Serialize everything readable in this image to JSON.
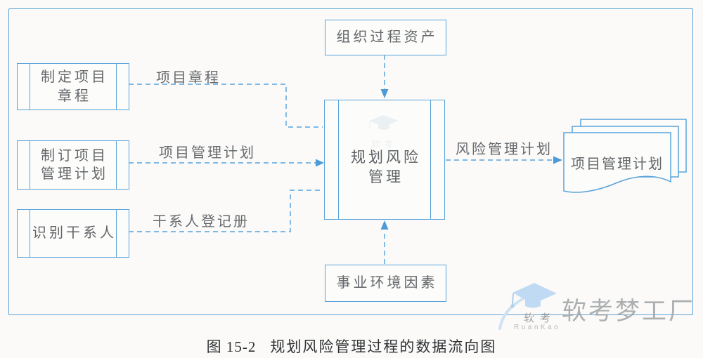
{
  "diagram": {
    "top_box": {
      "label": "组织过程资产"
    },
    "left_boxes": [
      {
        "line1": "制定项目",
        "line2": "章程"
      },
      {
        "line1": "制订项目",
        "line2": "管理计划"
      },
      {
        "line1": "识别干系人",
        "line2": ""
      }
    ],
    "center_box": {
      "line1": "规划风险",
      "line2": "管理"
    },
    "bottom_box": {
      "label": "事业环境因素"
    },
    "output_document": {
      "label": "项目管理计划"
    },
    "flows": {
      "charter": "项目章程",
      "pm_plan": "项目管理计划",
      "stakeholder_register": "干系人登记册",
      "risk_plan": "风险管理计划"
    },
    "caption": {
      "number": "图 15-2",
      "text": "规划风险管理过程的数据流向图"
    }
  },
  "watermark": {
    "brand_cn_small": "软考",
    "brand_en": "RuanKao",
    "brand_cn_large": "软考梦工厂"
  },
  "colors": {
    "line_blue": "#58a3da",
    "dash_blue": "#6db0e3",
    "arrow_blue": "#4d9bd6",
    "box_text_gray": "#63666a",
    "caption_dark": "#2e3134",
    "watermark_blue": "#bfdaf2",
    "watermark_gray": "#a6a9ac"
  }
}
